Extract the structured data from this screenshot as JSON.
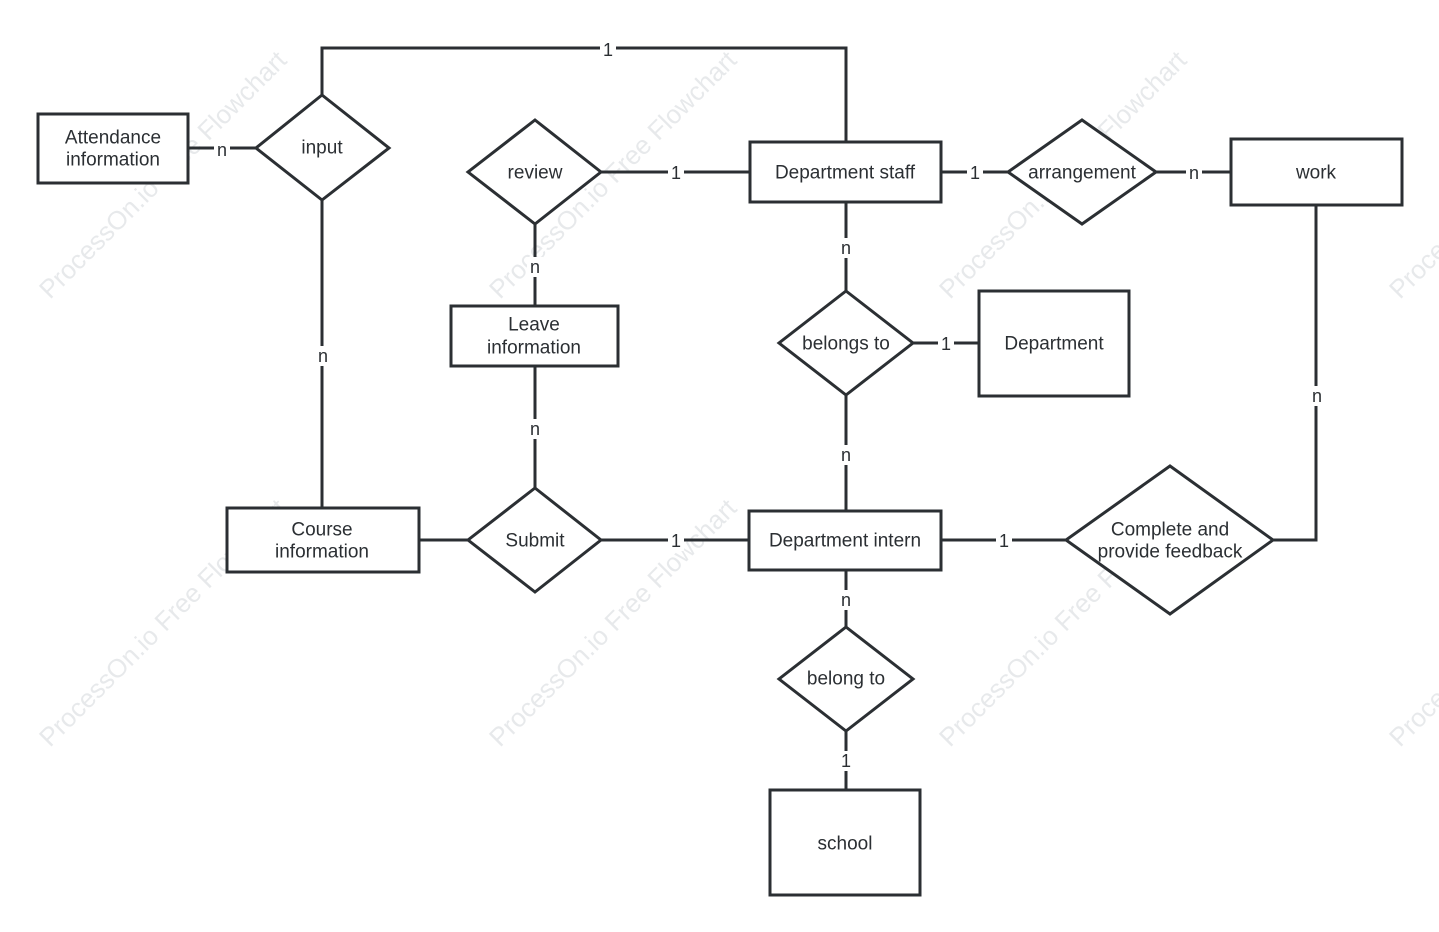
{
  "watermark": "ProcessOn.io Free Flowchart",
  "colors": {
    "stroke": "#2b2f33",
    "background": "#ffffff",
    "watermark": "#d4d8dc"
  },
  "entities": {
    "attendance_information": [
      "Attendance",
      "information"
    ],
    "department_staff": [
      "Department staff"
    ],
    "work": [
      "work"
    ],
    "leave_information": [
      "Leave",
      "information"
    ],
    "department": [
      "Department"
    ],
    "course_information": [
      "Course",
      "information"
    ],
    "department_intern": [
      "Department intern"
    ],
    "school": [
      "school"
    ]
  },
  "relationships": {
    "input": [
      "input"
    ],
    "review": [
      "review"
    ],
    "arrangement": [
      "arrangement"
    ],
    "belongs_to": [
      "belongs to"
    ],
    "submit": [
      "Submit"
    ],
    "complete_feedback": [
      "Complete and",
      "provide feedback"
    ],
    "belong_to": [
      "belong to"
    ]
  },
  "cardinalities": {
    "input_staff": "1",
    "attendance_input": "n",
    "input_course": "n",
    "review_staff": "1",
    "review_leave": "n",
    "leave_submit": "n",
    "staff_arrangement": "1",
    "arrangement_work": "n",
    "staff_belongs": "n",
    "belongs_department": "1",
    "belongs_intern": "n",
    "submit_intern": "1",
    "intern_complete": "1",
    "work_complete": "n",
    "intern_belong": "n",
    "belong_school": "1"
  }
}
